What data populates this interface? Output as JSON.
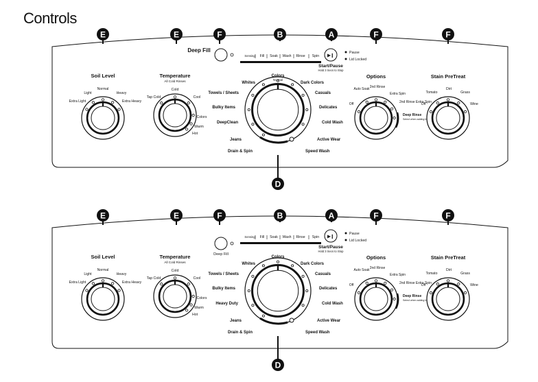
{
  "page": {
    "title": "Controls"
  },
  "callouts": {
    "A": "A",
    "B": "B",
    "D": "D",
    "E": "E",
    "F": "F"
  },
  "panels": [
    {
      "deep_fill_label": "Deep Fill",
      "deep_fill_inline": true,
      "cycle_steps": [
        "Sensing",
        "Fill",
        "Soak",
        "Wash",
        "Rinse",
        "Spin"
      ],
      "start": {
        "label": "Start/Pause",
        "hint": "Hold 3 Secs to Stop",
        "status": [
          "Pause",
          "Lid Locked"
        ]
      },
      "soil": {
        "title": "Soil Level",
        "labels": [
          "Light",
          "Normal",
          "Heavy",
          "Extra Light",
          "Extra Heavy"
        ]
      },
      "temperature": {
        "title": "Temperature",
        "subtitle": "All Cold Rinses",
        "labels": [
          "Cold",
          "Tap Cold",
          "Cool",
          "Colors",
          "Warm",
          "Hot"
        ]
      },
      "cycle": {
        "left": [
          "Whites",
          "Towels / Sheets",
          "Bulky Items",
          "DeepClean",
          "Jeans",
          "Drain & Spin"
        ],
        "top": "Colors",
        "top_sub": "Normal",
        "right": [
          "Dark Colors",
          "Casuals",
          "Delicates",
          "Cold Wash",
          "Active Wear",
          "Speed Wash"
        ]
      },
      "options": {
        "title": "Options",
        "labels": [
          "Auto Soak",
          "2nd Rinse",
          "Extra Spin",
          "Off",
          "2nd Rinse Extra Spin",
          "Deep Rinse",
          "Select when adding fabric Softener"
        ]
      },
      "stain": {
        "title": "Stain PreTreat",
        "labels": [
          "Tomato",
          "Dirt",
          "Grass",
          "Off",
          "Wine"
        ]
      }
    },
    {
      "deep_fill_label": "Deep Fill",
      "deep_fill_inline": false,
      "cycle_steps": [
        "Sensing",
        "Fill",
        "Soak",
        "Wash",
        "Rinse",
        "Spin"
      ],
      "start": {
        "label": "Start/Pause",
        "hint": "Hold 3 Secs to Stop",
        "status": [
          "Pause",
          "Lid Locked"
        ]
      },
      "soil": {
        "title": "Soil Level",
        "labels": [
          "Light",
          "Normal",
          "Heavy",
          "Extra Light",
          "Extra Heavy"
        ]
      },
      "temperature": {
        "title": "Temperature",
        "subtitle": "All Cold Rinses",
        "labels": [
          "Cold",
          "Tap Cold",
          "Cool",
          "Colors",
          "Warm",
          "Hot"
        ]
      },
      "cycle": {
        "left": [
          "Whites",
          "Towels / Sheets",
          "Bulky Items",
          "Heavy Duty",
          "Jeans",
          "Drain & Spin"
        ],
        "top": "Colors",
        "top_sub": "",
        "right": [
          "Dark Colors",
          "Casuals",
          "Delicates",
          "Cold Wash",
          "Active Wear",
          "Speed Wash"
        ]
      },
      "options": {
        "title": "Options",
        "labels": [
          "Auto Soak",
          "2nd Rinse",
          "Extra Spin",
          "Off",
          "2nd Rinse Extra Spin",
          "Deep Rinse",
          "Select when adding fabric Softener"
        ]
      },
      "stain": {
        "title": "Stain PreTreat",
        "labels": [
          "Tomato",
          "Dirt",
          "Grass",
          "Off",
          "Wine"
        ]
      }
    }
  ]
}
